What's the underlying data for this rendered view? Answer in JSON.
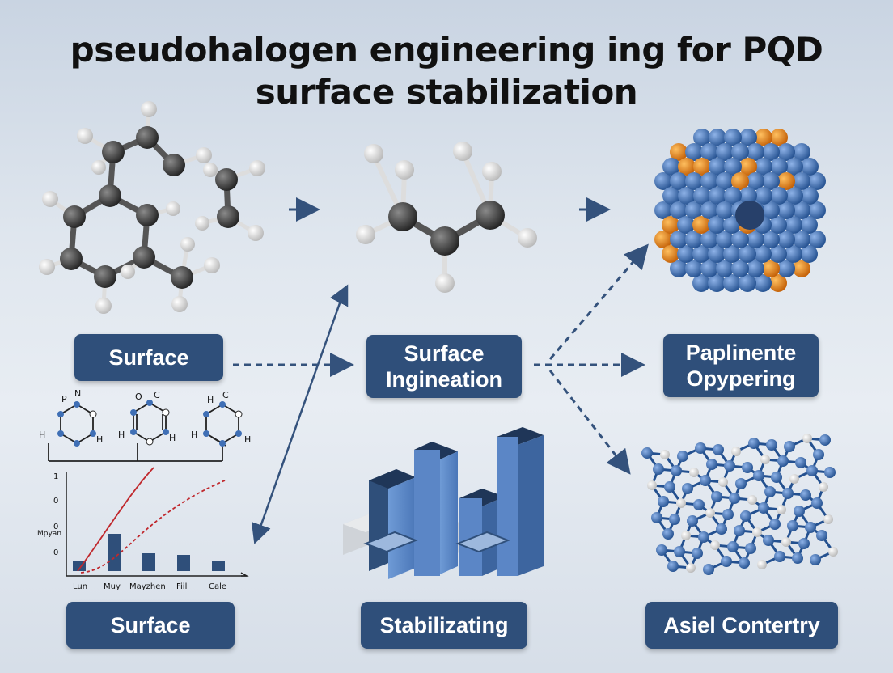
{
  "title": "pseudohalogen engineering ing for PQD\nsurface stabilization",
  "boxes": {
    "surface_left": "Surface",
    "surface_ingineation": "Surface\nIngineation",
    "paplinente": "Paplinente\nOpypering",
    "surface_bottom": "Surface",
    "stabilizating": "Stabilizating",
    "asiel": "Asiel Contertry"
  },
  "mini_structures": {
    "s1_labels": [
      "P",
      "N",
      "H",
      "H"
    ],
    "s2_labels": [
      "O",
      "C",
      "H",
      "H"
    ],
    "s3_labels": [
      "H",
      "C",
      "H",
      "H"
    ]
  },
  "mini_chart": {
    "ylabel": "Mpyan",
    "yticks": [
      "1",
      "0",
      "0",
      "0"
    ],
    "categories": [
      "Lun",
      "Muy",
      "Mayzhen",
      "Fiil",
      "Cale"
    ]
  },
  "colors": {
    "box": "#2f4f7a",
    "arrow": "#34527c",
    "carbon": "#3a3a3a",
    "hydrogen": "#f2f2f2",
    "blue_atom": "#3f6fb5",
    "orange_atom": "#e07f1a",
    "curve": "#c0282d"
  }
}
